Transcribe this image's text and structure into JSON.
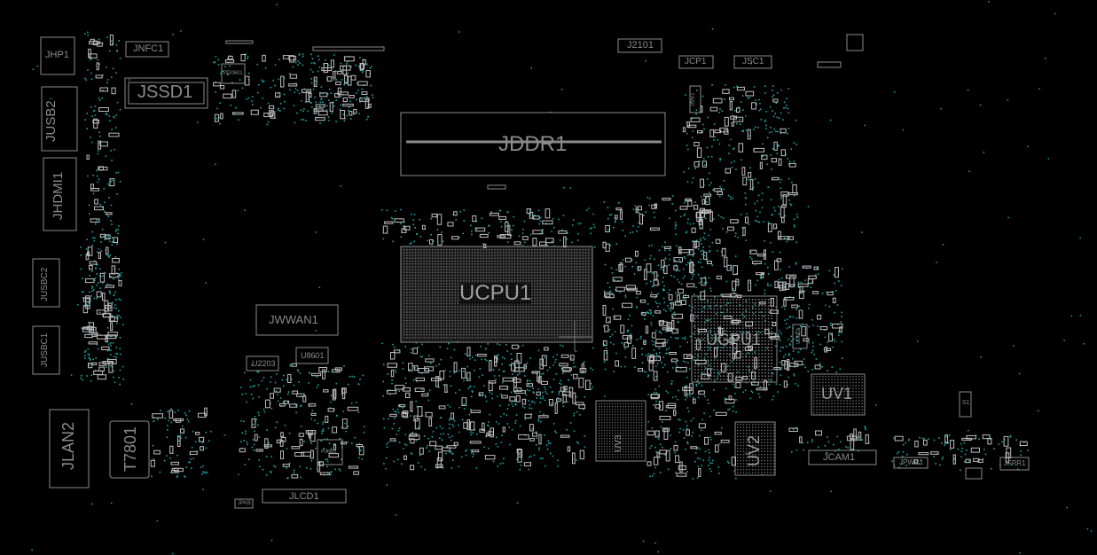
{
  "colors": {
    "background": "#000000",
    "outline": "#8a8a8a",
    "pad": "#bdbdbd",
    "via": "#1fa3a3",
    "text": "#8a8a8a"
  },
  "components": {
    "jhp1": "JHP1",
    "jnfc1": "JNFC1",
    "jssd1": "JSSD1",
    "pd_small": "PD0601",
    "jusb2": "JUSB2",
    "jhdmi1": "JHDMI1",
    "jusbc2": "JUSBC2",
    "jusbc1": "JUSBC1",
    "jlan2": "JLAN2",
    "t7801": "T7801",
    "jddr1": "JDDR1",
    "j2101": "J2101",
    "jcp1": "JCP1",
    "jsc1": "JSC1",
    "ucpu1": "UCPU1",
    "jwwan1": "JWWAN1",
    "u2203": "U2203",
    "u8601": "U8601",
    "pu_small": "PU8801",
    "jlcd1": "JLCD1",
    "jpkb": "JPKB",
    "ugpu1": "UGPU1",
    "uv1": "UV1",
    "uv2": "UV2",
    "uv3": "UV3",
    "jcam1": "JCAM1",
    "jpwr1": "JPWR1",
    "jfpr1": "JFPR1",
    "s1": "S1",
    "jspk": "JSPK1",
    "u_small": "U0603"
  }
}
